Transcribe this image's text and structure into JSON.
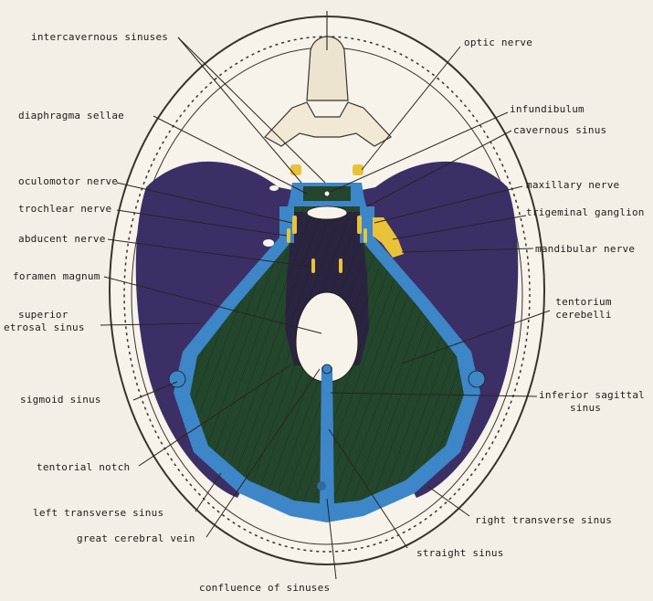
{
  "labels": {
    "intercavernous_sinuses": "intercavernous sinuses",
    "optic_nerve": "optic nerve",
    "infundibulum": "infundibulum",
    "diaphragma_sellae": "diaphragma sellae",
    "cavernous_sinus": "cavernous sinus",
    "oculomotor_nerve": "oculomotor nerve",
    "maxillary_nerve": "maxillary nerve",
    "trochlear_nerve": "trochlear nerve",
    "trigeminal_ganglion": "trigeminal ganglion",
    "abducent_nerve": "abducent nerve",
    "mandibular_nerve": "mandibular nerve",
    "foramen_magnum": "foramen magnum",
    "tentorium_line1": "tentorium",
    "tentorium_line2": "cerebelli",
    "superior_petrosal_line1": "superior",
    "superior_petrosal_line2": "etrosal sinus",
    "sigmoid_sinus": "sigmoid sinus",
    "inferior_sagittal_line1": "inferior sagittal",
    "inferior_sagittal_line2": "sinus",
    "tentorial_notch": "tentorial notch",
    "left_transverse_sinus": "left transverse sinus",
    "right_transverse_sinus": "right transverse sinus",
    "great_cerebral_vein": "great cerebral vein",
    "straight_sinus": "straight sinus",
    "confluence_of_sinuses": "confluence of sinuses"
  },
  "colors": {
    "background": "#f4efe6",
    "skull_outline": "#3a332c",
    "fossa_purple": "#3c2f66",
    "tentorium_green": "#23462c",
    "sinus_blue": "#3d86c8",
    "nerve_yellow": "#e8c33a",
    "leader_line": "#2a2520"
  }
}
